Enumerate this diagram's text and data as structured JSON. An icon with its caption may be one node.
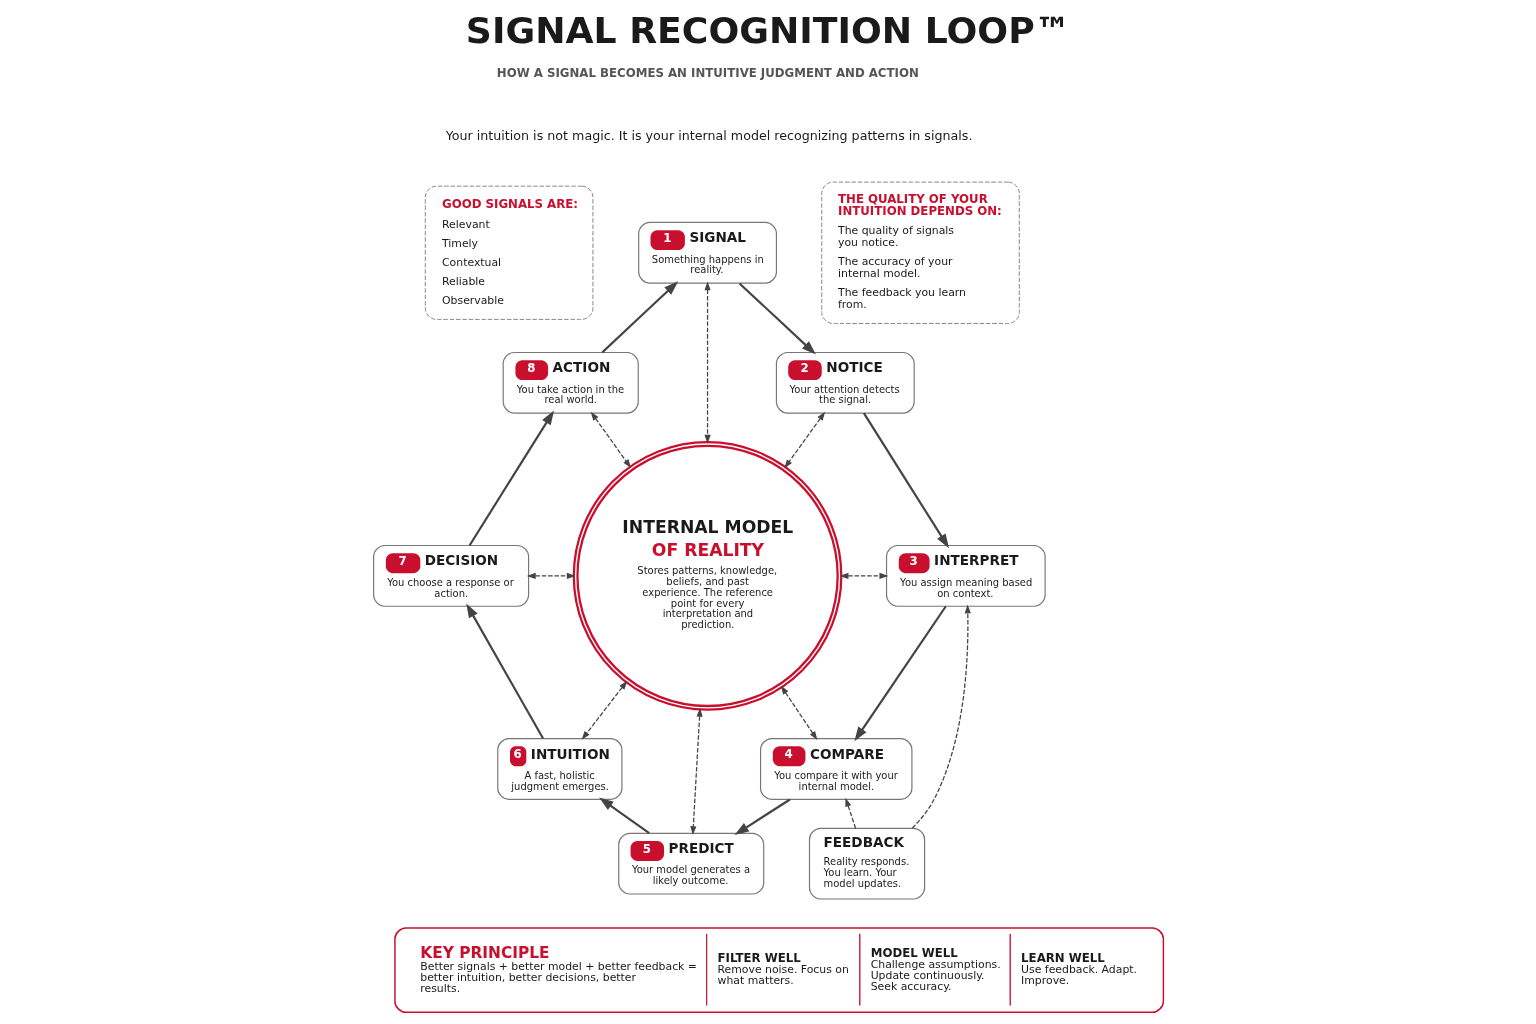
{
  "diagram": {
    "title": "SIGNAL RECOGNITION LOOP™",
    "nodes": [
      {
        "text": [
          "GOOD SIGNALS ARE:",
          "Relevant",
          "Timely",
          "Contextual",
          "Reliable",
          "Observable"
        ]
      },
      {
        "text": [
          "1",
          "SIGNAL",
          "Something happens in reality."
        ]
      },
      {
        "text": [
          "THE QUALITY OF YOUR INTUITION DEPENDS ON:",
          "The quality of signals you notice.",
          "The accuracy of your internal model.",
          "The feedback you learn from."
        ]
      },
      {
        "text": [
          "8",
          "ACTION",
          "You take action in the real world."
        ]
      },
      {
        "text": [
          "2",
          "NOTICE",
          "Your attention detects the signal."
        ]
      },
      {
        "text": [
          "INTERNAL MODEL",
          "OF REALITY",
          "Stores patterns, knowledge, beliefs, and past experience. The reference point for every interpretation and prediction."
        ]
      },
      {
        "text": [
          "7",
          "DECISION",
          "You choose a response or action."
        ]
      },
      {
        "text": [
          "3",
          "INTERPRET",
          "You assign meaning based on context."
        ]
      },
      {
        "text": [
          "6",
          "INTUITION",
          "A fast, holistic judgment emerges."
        ]
      },
      {
        "text": [
          "4",
          "COMPARE",
          "You compare it with your internal model."
        ]
      },
      {
        "text": [
          "FEEDBACK",
          "Reality responds. You learn. Your model updates."
        ]
      },
      {
        "text": [
          "5",
          "PREDICT",
          "Your model generates a likely outcome."
        ]
      },
      {
        "text": [
          "KEY PRINCIPLE",
          "Better signals + better model + better feedback = better intuition, better decisions, better results.",
          "FILTER WELL",
          "Remove noise. Focus on what matters.",
          "MODEL WELL",
          "Challenge assumptions. Update continuously. Seek accuracy.",
          "LEARN WELL",
          "Use feedback. Adapt. Improve."
        ]
      }
    ],
    "edges": [
      {
        "from": 1,
        "to": 4,
        "arrow": "to"
      },
      {
        "from": 4,
        "to": 7,
        "arrow": "to"
      },
      {
        "from": 7,
        "to": 9,
        "arrow": "to"
      },
      {
        "from": 9,
        "to": 11,
        "arrow": "to"
      },
      {
        "from": 11,
        "to": 8,
        "arrow": "to"
      },
      {
        "from": 8,
        "to": 6,
        "arrow": "to"
      },
      {
        "from": 6,
        "to": 3,
        "arrow": "to"
      },
      {
        "from": 3,
        "to": 1,
        "arrow": "to"
      },
      {
        "from": 1,
        "to": 5,
        "arrow": "both",
        "style": "dashed"
      },
      {
        "from": 4,
        "to": 5,
        "arrow": "both",
        "style": "dashed"
      },
      {
        "from": 5,
        "to": 7,
        "arrow": "both",
        "style": "dashed"
      },
      {
        "from": 5,
        "to": 9,
        "arrow": "both",
        "style": "dashed"
      },
      {
        "from": 5,
        "to": 11,
        "arrow": "both",
        "style": "dashed"
      },
      {
        "from": 5,
        "to": 8,
        "arrow": "both",
        "style": "dashed"
      },
      {
        "from": 6,
        "to": 5,
        "arrow": "both",
        "style": "dashed"
      },
      {
        "from": 3,
        "to": 5,
        "arrow": "both",
        "style": "dashed"
      },
      {
        "from": 10,
        "to": 7,
        "arrow": "to",
        "style": "dashed"
      },
      {
        "from": 10,
        "to": 9,
        "arrow": "to",
        "style": "dashed"
      }
    ],
    "labels": [
      "HOW A SIGNAL BECOMES AN INTUITIVE JUDGMENT AND ACTION",
      "Your intuition is not magic. It is your internal model recognizing patterns in signals."
    ]
  }
}
